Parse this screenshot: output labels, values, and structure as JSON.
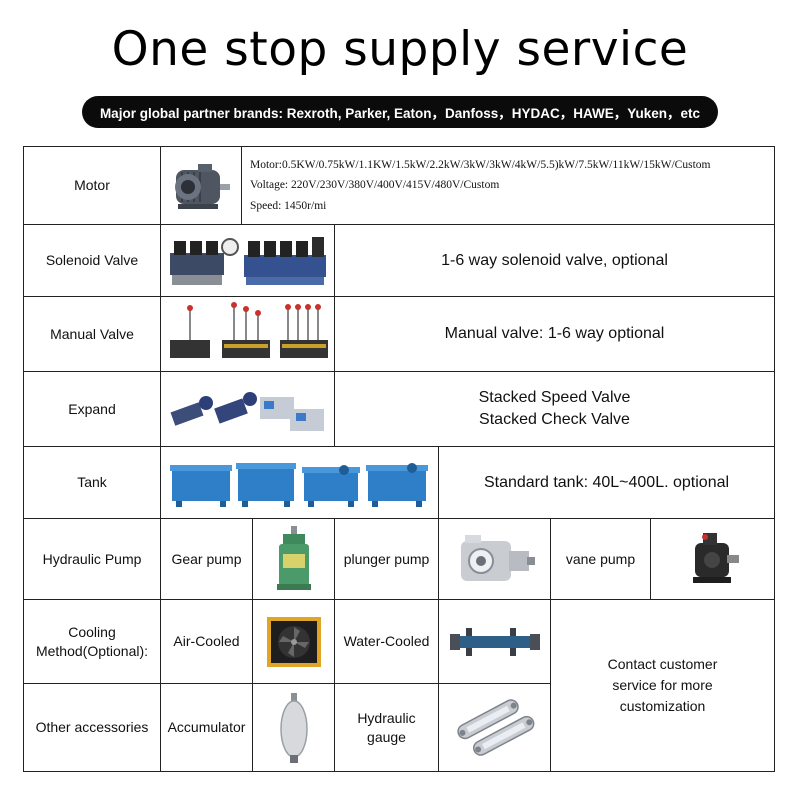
{
  "title": "One stop supply service",
  "banner": "Major global partner brands: Rexroth, Parker, Eaton，Danfoss，HYDAC，HAWE，Yuken，etc",
  "rows": {
    "motor": {
      "label": "Motor",
      "spec_motor": "Motor:0.5KW/0.75kW/1.1KW/1.5kW/2.2kW/3kW/3kW/4kW/5.5)kW/7.5kW/11kW/15kW/Custom",
      "spec_voltage": "Voltage: 220V/230V/380V/400V/415V/480V/Custom",
      "spec_speed": "Speed: 1450r/mi",
      "icon": "electric-motor-icon"
    },
    "solenoid": {
      "label": "Solenoid Valve",
      "desc": "1-6 way solenoid valve, optional",
      "icon": "solenoid-valve-icon"
    },
    "manual": {
      "label": "Manual Valve",
      "desc": "Manual valve: 1-6 way optional",
      "icon": "manual-valve-icon"
    },
    "expand": {
      "label": "Expand",
      "desc_line1": "Stacked Speed Valve",
      "desc_line2": "Stacked Check Valve",
      "icon": "stacked-valve-icon"
    },
    "tank": {
      "label": "Tank",
      "desc": "Standard tank: 40L~400L. optional",
      "icon": "hydraulic-tank-icon"
    },
    "pump": {
      "label": "Hydraulic Pump",
      "gear": "Gear pump",
      "plunger": "plunger pump",
      "vane": "vane pump"
    },
    "cooling": {
      "label": "Cooling Method(Optional):",
      "air": "Air-Cooled",
      "water": "Water-Cooled"
    },
    "accessories": {
      "label": "Other accessories",
      "accumulator": "Accumulator",
      "gauge": "Hydraulic gauge"
    },
    "contact": "Contact customer service for more customization"
  },
  "colors": {
    "motor_gray": "#5d6470",
    "valve_blue": "#2f4f8f",
    "tank_blue": "#2f7fc8",
    "pump_green": "#4b9a6a",
    "cooler_yellow": "#e0a526",
    "handle_red": "#c8322b"
  }
}
